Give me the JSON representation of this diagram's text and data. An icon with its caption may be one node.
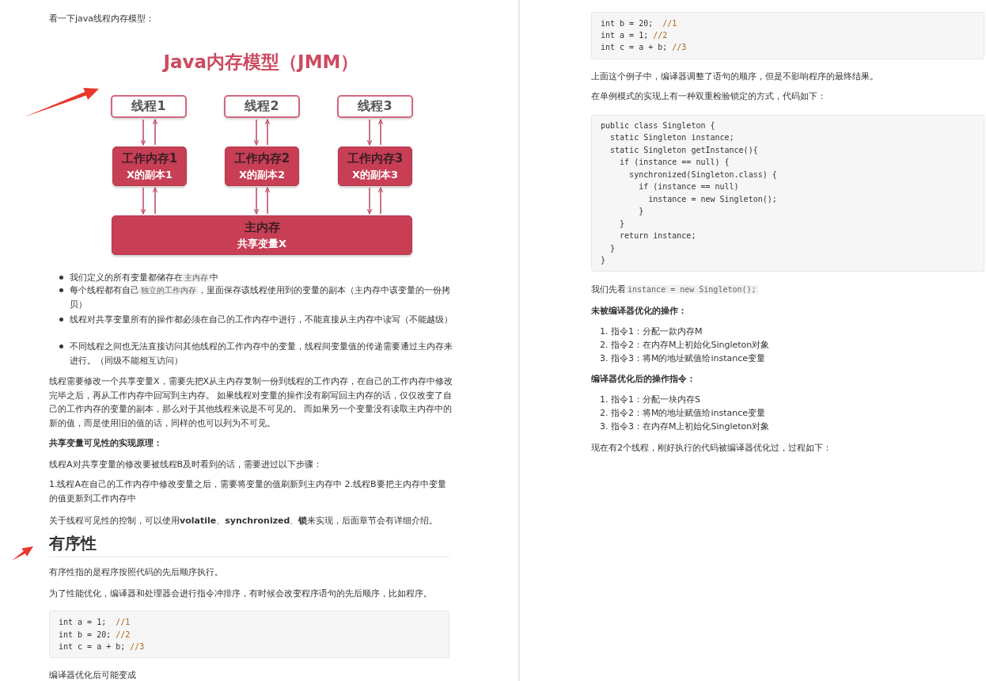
{
  "diagram": {
    "title": "Java内存模型（JMM）",
    "nodes": [
      {
        "text": [
          "线程1"
        ]
      },
      {
        "text": [
          "线程2"
        ]
      },
      {
        "text": [
          "线程3"
        ]
      },
      {
        "text": [
          "工作内存1",
          "X的副本1"
        ]
      },
      {
        "text": [
          "工作内存2",
          "X的副本2"
        ]
      },
      {
        "text": [
          "工作内存3",
          "X的副本3"
        ]
      },
      {
        "text": [
          "主内存",
          "共享变量X"
        ]
      }
    ],
    "edges": [
      {
        "from": 0,
        "to": 3,
        "arrow": "to"
      },
      {
        "from": 3,
        "to": 0,
        "arrow": "to"
      },
      {
        "from": 1,
        "to": 4,
        "arrow": "to"
      },
      {
        "from": 4,
        "to": 1,
        "arrow": "to"
      },
      {
        "from": 2,
        "to": 5,
        "arrow": "to"
      },
      {
        "from": 5,
        "to": 2,
        "arrow": "to"
      },
      {
        "from": 3,
        "to": 6,
        "arrow": "to"
      },
      {
        "from": 6,
        "to": 3,
        "arrow": "to"
      },
      {
        "from": 4,
        "to": 6,
        "arrow": "to"
      },
      {
        "from": 6,
        "to": 4,
        "arrow": "to"
      },
      {
        "from": 5,
        "to": 6,
        "arrow": "to"
      },
      {
        "from": 6,
        "to": 5,
        "arrow": "to"
      }
    ],
    "labels": [
      "看一下java线程内存模型：",
      "我们定义的所有变量都储存在",
      "主内存",
      "中",
      "每个线程都有自己",
      "独立的工作内存",
      "，里面保存该线程使用到的变量的副本（主内存中该变量的一份拷贝）",
      "线程对共享变量所有的操作都必须在自己的工作内存中进行，不能直接从主内存中读写（不能越级）",
      "不同线程之间也无法直接访问其他线程的工作内存中的变量，线程间变量值的传递需要通过主内存来进行。（同级不能相互访问）",
      "线程需要修改一个共享变量X，需要先把X从主内存复制一份到线程的工作内存，在自己的工作内存中修改完毕之后，再从工作内存中回写到主内存。 如果线程对变量的操作没有刷写回主内存的话，仅仅改变了自己的工作内存的变量的副本，那么对于其他线程来说是不可见的。 而如果另一个变量没有读取主内存中的新的值，而是使用旧的值的话，同样的也可以列为不可见。",
      "共享变量可见性的实现原理：",
      "线程A对共享变量的修改要被线程B及时看到的话，需要进过以下步骤：",
      "1.线程A在自己的工作内存中修改变量之后，需要将变量的值刷新到主内存中 2.线程B要把主内存中变量的值更新到工作内存中",
      "关于线程可见性的控制，可以使用**volatile**、**synchronized**、**锁**来实现，后面章节会有详细介绍。",
      "有序性",
      "有序性指的是程序按照代码的先后顺序执行。",
      "为了性能优化，编译器和处理器会进行指令冲排序，有时候会改变程序语句的先后顺序，比如程序。",
      "int a = 1;  //1",
      "int b = 20; //2",
      "int c = a + b; //3",
      "编译器优化后可能变成",
      "int b = 20;  //1",
      "int a = 1; //2",
      "int c = a + b; //3",
      "上面这个例子中，编译器调整了语句的顺序，但是不影响程序的最终结果。",
      "在单例模式的实现上有一种双重检验锁定的方式，代码如下：",
      "public class Singleton {",
      "  static Singleton instance;",
      "  static Singleton getInstance(){",
      "    if (instance == null) {",
      "      synchronized(Singleton.class) {",
      "        if (instance == null)",
      "          instance = new Singleton();",
      "        }",
      "    }",
      "    return instance;",
      "  }",
      "}",
      "我们先看",
      "instance = new Singleton();",
      "未被编译器优化的操作：",
      "1. 指令1：分配一款内存M",
      "2. 指令2：在内存M上初始化Singleton对象",
      "3. 指令3：将M的地址赋值给instance变量",
      "编译器优化后的操作指令：",
      "1. 指令1：分配一块内存S",
      "2. 指令2：将M的地址赋值给instance变量",
      "3. 指令3：在内存M上初始化Singleton对象",
      "现在有2个线程，刚好执行的代码被编译器优化过，过程如下："
    ]
  }
}
